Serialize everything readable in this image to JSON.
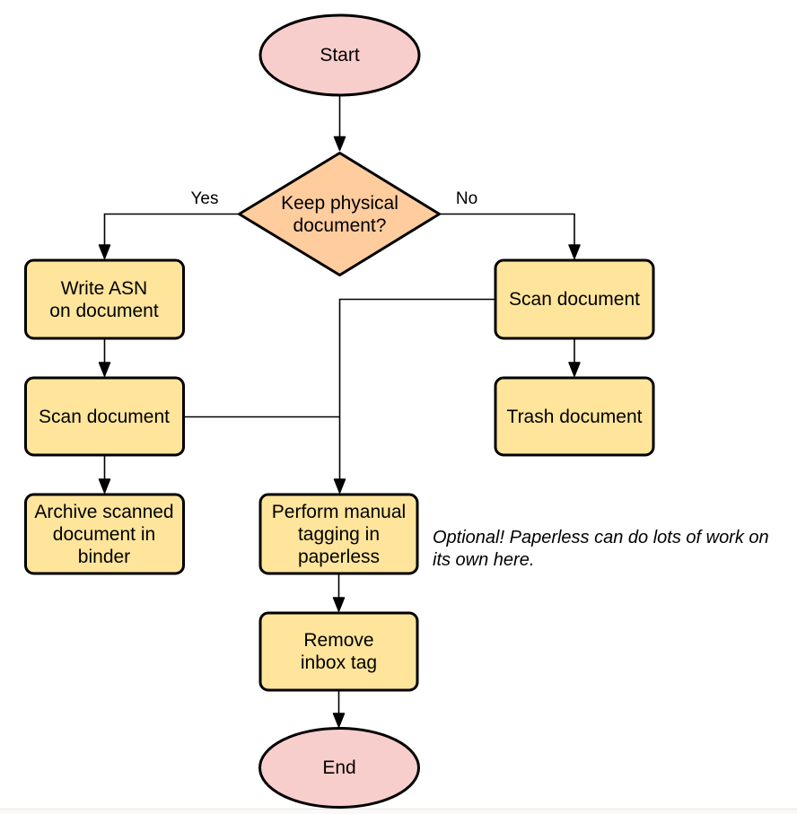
{
  "colors": {
    "terminator_fill": "#F8CECC",
    "decision_fill": "#FFCC9E",
    "process_fill": "#FFE59B",
    "stroke": "#000000"
  },
  "nodes": {
    "start": {
      "label": "Start"
    },
    "decision": {
      "label": "Keep physical\ndocument?"
    },
    "write_asn": {
      "label": "Write ASN\non document"
    },
    "scan_left": {
      "label": "Scan document"
    },
    "archive": {
      "label": "Archive scanned\ndocument in\nbinder"
    },
    "scan_right": {
      "label": "Scan document"
    },
    "trash": {
      "label": "Trash document"
    },
    "tagging": {
      "label": "Perform manual\ntagging in\npaperless"
    },
    "remove_inbox": {
      "label": "Remove\ninbox tag"
    },
    "end": {
      "label": "End"
    }
  },
  "edge_labels": {
    "yes": "Yes",
    "no": "No"
  },
  "note": {
    "text": "Optional! Paperless can do lots of work on\nits own here."
  }
}
